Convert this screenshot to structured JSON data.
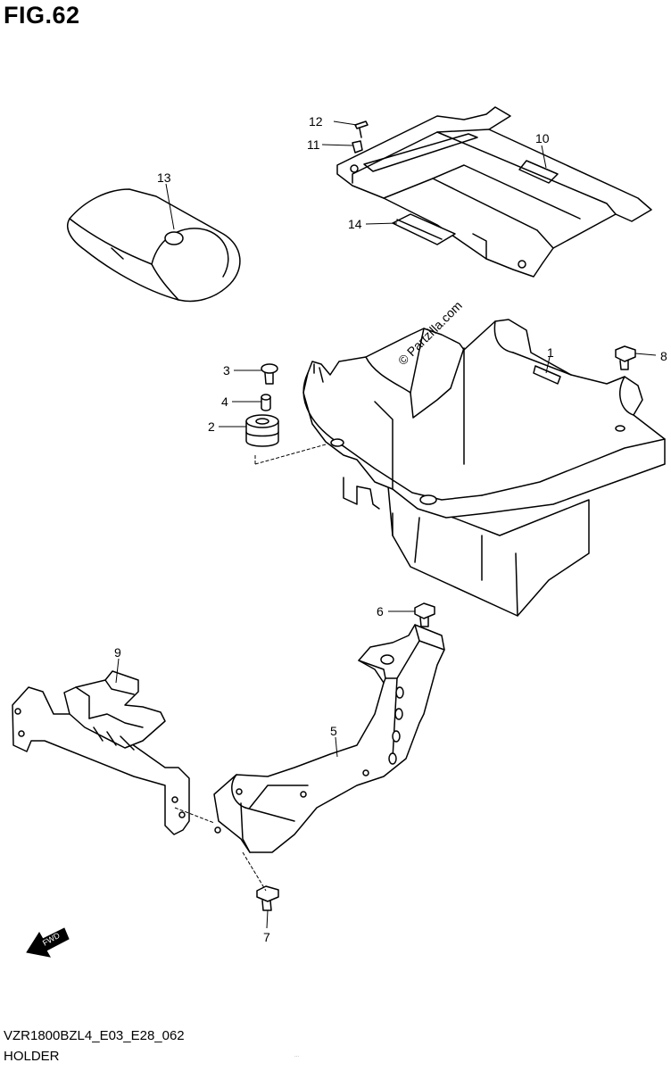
{
  "figure": {
    "title": "FIG.62"
  },
  "callouts": [
    {
      "id": "c1",
      "label": "1"
    },
    {
      "id": "c2",
      "label": "2"
    },
    {
      "id": "c3",
      "label": "3"
    },
    {
      "id": "c4",
      "label": "4"
    },
    {
      "id": "c5",
      "label": "5"
    },
    {
      "id": "c6",
      "label": "6"
    },
    {
      "id": "c7",
      "label": "7"
    },
    {
      "id": "c8",
      "label": "8"
    },
    {
      "id": "c9",
      "label": "9"
    },
    {
      "id": "c10",
      "label": "10"
    },
    {
      "id": "c11",
      "label": "11"
    },
    {
      "id": "c12",
      "label": "12"
    },
    {
      "id": "c13",
      "label": "13"
    },
    {
      "id": "c14",
      "label": "14"
    }
  ],
  "watermark_diagram": "© Partzilla.com",
  "fwd_label": "FWD",
  "footer": {
    "code": "VZR1800BZL4_E03_E28_062",
    "name": "HOLDER"
  },
  "fine_print": "..."
}
